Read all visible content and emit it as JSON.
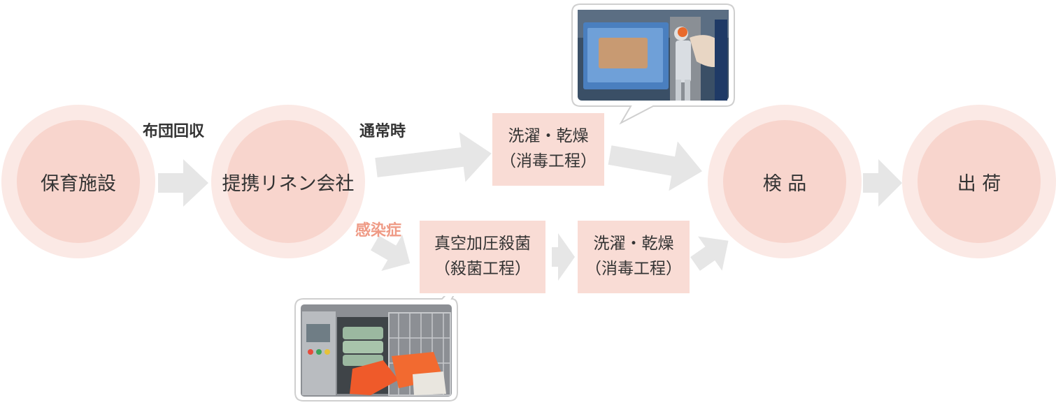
{
  "nodes": {
    "facility": "保育施設",
    "linen_company": "提携リネン会社",
    "inspection": "検 品",
    "shipping": "出 荷"
  },
  "labels": {
    "futon_collection": "布団回収",
    "normal": "通常時",
    "infection": "感染症"
  },
  "process": {
    "wash_top_line1": "洗濯・乾燥",
    "wash_top_line2": "（消毒工程）",
    "vacuum_line1": "真空加圧殺菌",
    "vacuum_line2": "（殺菌工程）",
    "wash_bottom_line1": "洗濯・乾燥",
    "wash_bottom_line2": "（消毒工程）"
  },
  "colors": {
    "node_outer": "#fbe9e5",
    "node_inner": "#f8d5cd",
    "process_box": "#f9dcd5",
    "arrow": "#e6e6e6",
    "infection_label": "#ef9a85"
  }
}
